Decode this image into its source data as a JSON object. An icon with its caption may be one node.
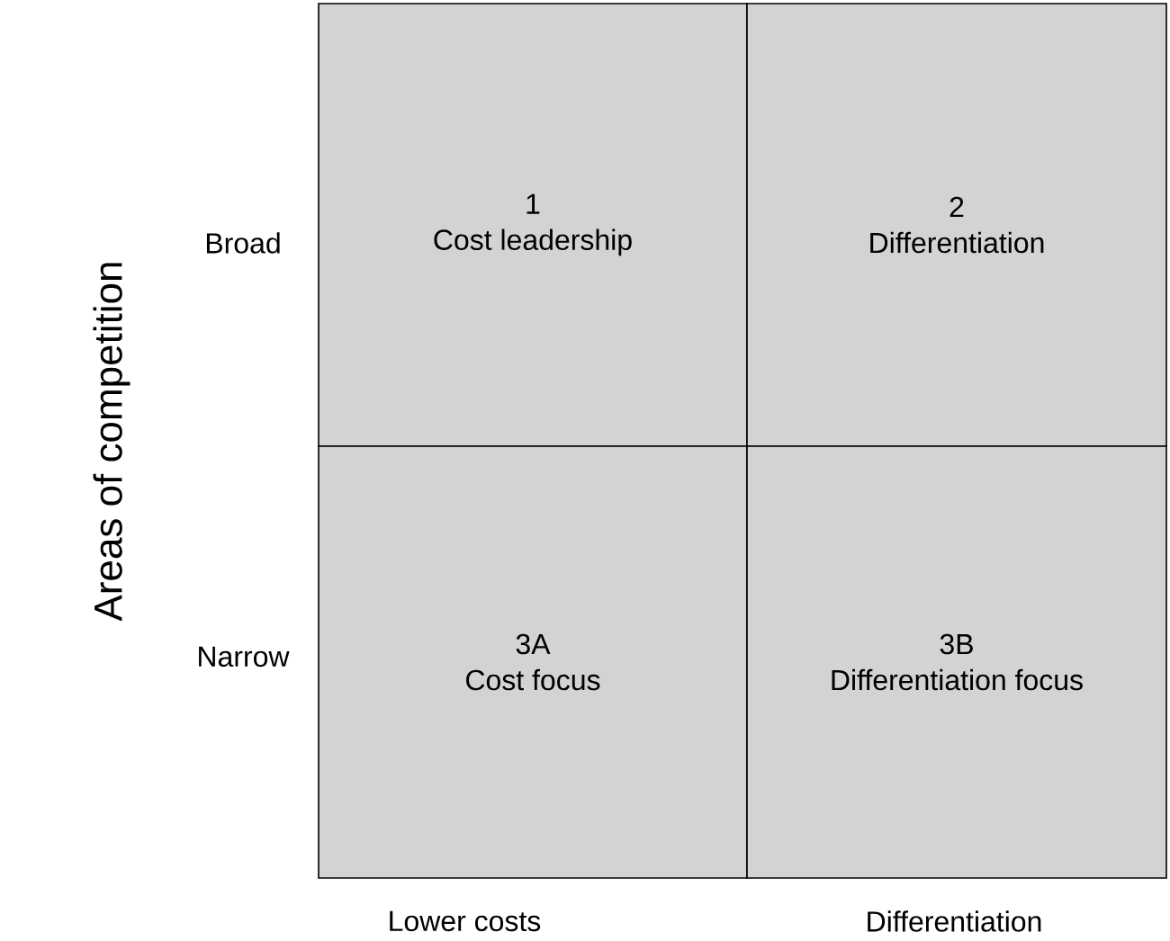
{
  "diagram": {
    "nodes": [
      {
        "text": [
          "1",
          "Cost leadership"
        ]
      },
      {
        "text": [
          "2",
          "Differentiation"
        ]
      },
      {
        "text": [
          "3A",
          "Cost focus"
        ]
      },
      {
        "text": [
          "3B",
          "Differentiation focus"
        ]
      }
    ],
    "labels": [
      "Areas of competition",
      "Broad",
      "Narrow",
      "Lower costs",
      "Differentiation"
    ]
  }
}
